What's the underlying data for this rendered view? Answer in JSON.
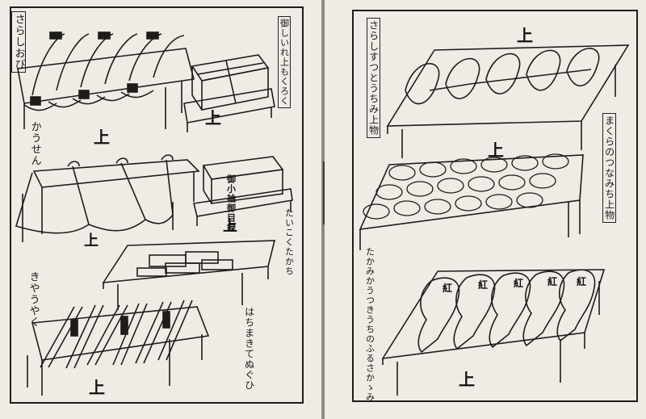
{
  "left_page": {
    "labels": {
      "top_left": "さらしおび",
      "top_right_box": "御しいれ上もくろく",
      "middle_left": "かうせん",
      "right_middle": "たいこくたかち",
      "bottom_left": "きやうやく",
      "bottom_right": "はちまきてぬぐひ",
      "chest_label": "御小袖御目録"
    },
    "marks": [
      "上",
      "上",
      "上",
      "上",
      "上"
    ]
  },
  "right_page": {
    "labels": {
      "top_left_box": "さらしすつとうちみ上物",
      "right_middle_box": "まくらのつなみち上物",
      "bottom_left": "たかみかうつきうちのふるさかゝみ",
      "pouch_mark": "紅"
    },
    "marks": [
      "上",
      "上",
      "上"
    ]
  },
  "colors": {
    "paper": "#efece6",
    "ink": "#1e1d1b",
    "gutter": "#8f8b84"
  }
}
